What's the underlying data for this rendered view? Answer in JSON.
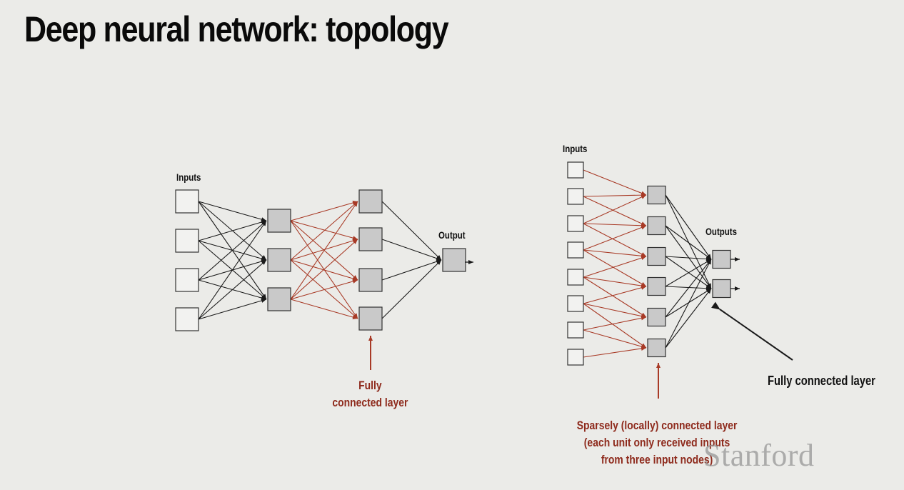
{
  "title": "Deep neural network: topology",
  "left_diagram": {
    "inputs_label": "Inputs",
    "output_label": "Output",
    "fc_caption_line1": "Fully",
    "fc_caption_line2": "connected layer"
  },
  "right_diagram": {
    "inputs_label": "Inputs",
    "outputs_label": "Outputs",
    "fc_caption": "Fully connected layer",
    "sparse_caption_line1": "Sparsely (locally) connected layer",
    "sparse_caption_line2": "(each unit only received inputs",
    "sparse_caption_line3": "from three input nodes)"
  },
  "watermark": "Stanford",
  "colors": {
    "background": "#ebebe8",
    "edge_black": "#1a1a1a",
    "edge_red": "#a83a26",
    "node_gray": "#c9c9c9",
    "accent_red_text": "#8e2a1c"
  }
}
